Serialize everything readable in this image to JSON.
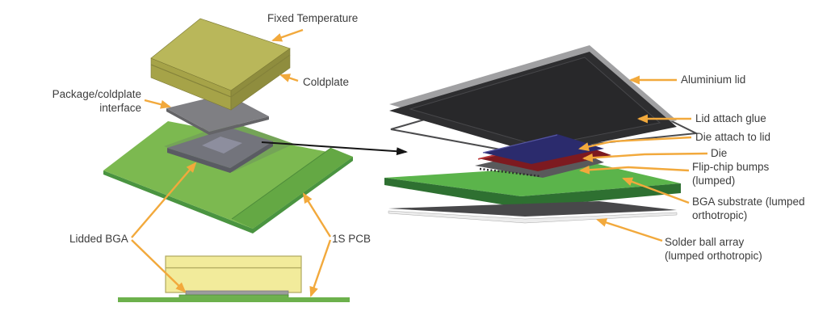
{
  "figure": {
    "left_view": {
      "labels": {
        "fixed_temperature": "Fixed Temperature",
        "coldplate": "Coldplate",
        "package_interface": "Package/coldplate\ninterface",
        "lidded_bga": "Lidded BGA",
        "pcb": "1S PCB"
      }
    },
    "right_view": {
      "labels": {
        "aluminium_lid": "Aluminium lid",
        "lid_attach_glue": "Lid attach glue",
        "die_attach_to_lid": "Die attach to lid",
        "die": "Die",
        "flip_chip_bumps": "Flip-chip bumps\n(lumped)",
        "bga_substrate": "BGA substrate (lumped\northotropic)",
        "solder_ball_array": "Solder ball array\n(lumped orthotropic)"
      }
    },
    "colors": {
      "annotation_orange": "#F2A93C",
      "text_gray": "#3C3C3C",
      "coldplate_yellow_top": "#B9B75A",
      "coldplate_yellow_left": "#A6A348",
      "coldplate_yellow_right": "#8F8D3E",
      "interface_gray": "#7F7F83",
      "pcb_green": "#7CB950",
      "pcb_band_green": "#64A844",
      "package_gray": "#73747C",
      "sideview_yellow": "#F2EB9B",
      "lid_dark": "#2E2E30",
      "lid_rim_gray": "#A0A0A2",
      "die_attach_blue": "#2B2B6D",
      "die_red": "#7D1A20",
      "bumps_gray": "#59595B",
      "substrate_green_top": "#5BB44B",
      "substrate_green_side": "#2E7031",
      "solder_plate_dark": "#48484A",
      "solder_plate_light": "#ECECEC"
    }
  }
}
